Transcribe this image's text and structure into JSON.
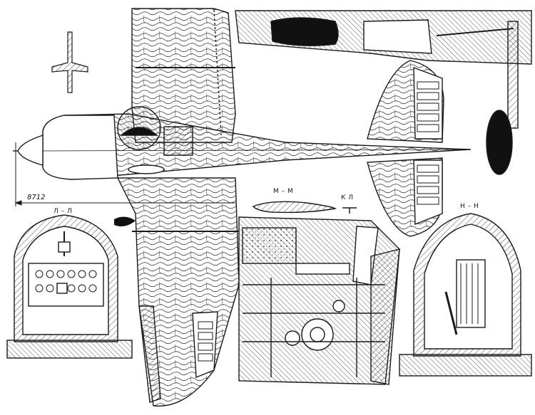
{
  "drawing": {
    "dimension_label": "8712",
    "section_labels": {
      "cockpit_front": "Л – Л",
      "wing_section": "М – М",
      "tail_section": "К    Л",
      "cockpit_rear": "Н – Н"
    }
  },
  "colors": {
    "ink": "#1a1a1a",
    "paper": "#ffffff",
    "hatch": "#3a3a3a",
    "fill_dark": "#111111"
  }
}
